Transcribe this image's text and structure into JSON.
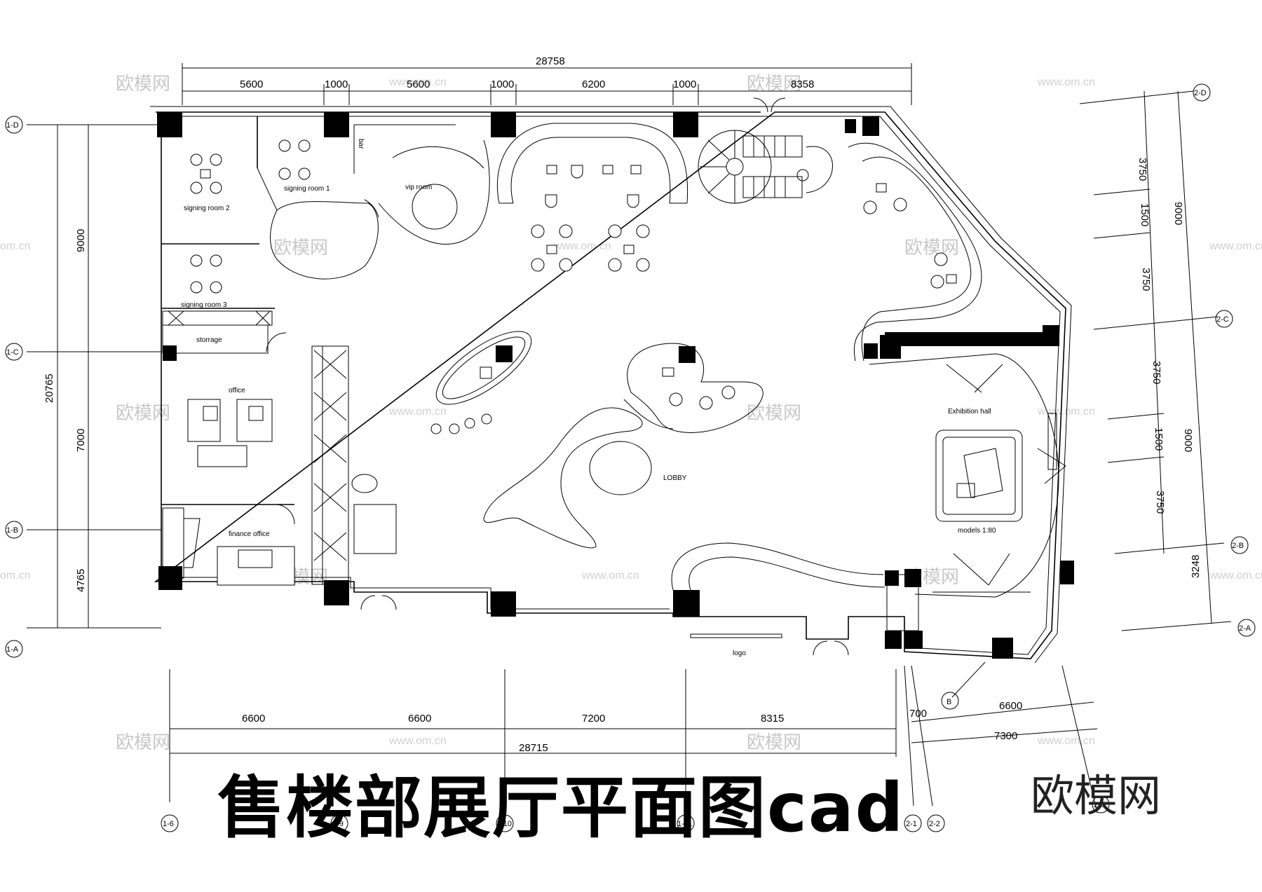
{
  "title": "售楼部展厅平面图cad",
  "brand": "欧模网",
  "watermark": {
    "logo": "欧模网",
    "url": "www.om.cn",
    "url_short": "om.cn"
  },
  "dimensions": {
    "top_total": "28758",
    "top_segments": [
      "5600",
      "1000",
      "5600",
      "1000",
      "6200",
      "1000",
      "8358"
    ],
    "bottom_total": "28715",
    "bottom_segments": [
      "6600",
      "6600",
      "7200",
      "8315"
    ],
    "left_total": "20765",
    "left_segments": [
      "9000",
      "7000",
      "4765"
    ],
    "right_group": [
      "9000",
      "9000",
      "3248"
    ],
    "right_detail": [
      "3750",
      "1500",
      "3750",
      "3750",
      "1500",
      "3750"
    ],
    "bottom_right": [
      "700",
      "6600",
      "7300"
    ]
  },
  "axes": {
    "left": [
      "1-D",
      "1-C",
      "1-B",
      "1-A"
    ],
    "right": [
      "2-D",
      "2-C",
      "2-B",
      "2-A"
    ],
    "bottom": [
      "1-6",
      "1-9",
      "1-10",
      "1-11",
      "2-1",
      "2-2",
      "2-3"
    ],
    "diag": "B"
  },
  "rooms": {
    "signing_room_2": "signing room 2",
    "signing_room_1": "signing room 1",
    "signing_room_3": "signing room 3",
    "vip_room": "vip room",
    "storage": "storrage",
    "office": "office",
    "finance_office": "finance office",
    "lobby": "LOBBY",
    "exhibition_hall": "Exhibition hall",
    "models": "models 1:80",
    "logo": "logo",
    "bar": "bar"
  }
}
